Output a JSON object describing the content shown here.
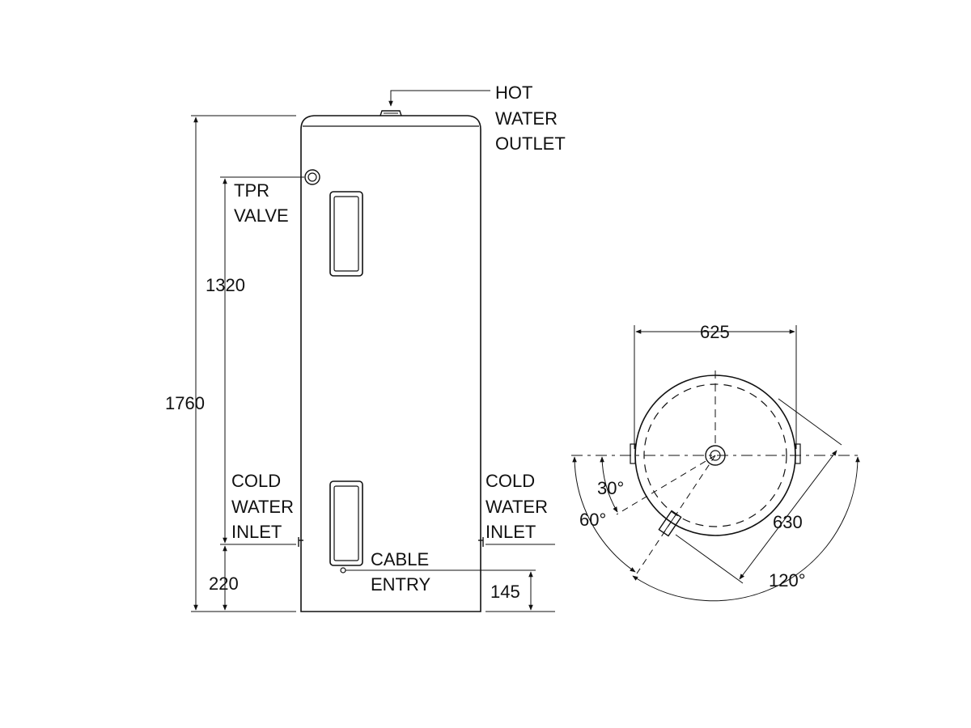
{
  "labels": {
    "hot_water_outlet": [
      "HOT",
      "WATER",
      "OUTLET"
    ],
    "tpr_valve": [
      "TPR",
      "VALVE"
    ],
    "cold_water_inlet_left": [
      "COLD",
      "WATER",
      "INLET"
    ],
    "cold_water_inlet_right": [
      "COLD",
      "WATER",
      "INLET"
    ],
    "cable_entry": [
      "CABLE",
      "ENTRY"
    ]
  },
  "dimensions": {
    "total_height": "1760",
    "tpr_to_inlet": "1320",
    "inlet_height": "220",
    "cable_entry_height": "145",
    "diameter_top": "625",
    "diameter_diag": "630",
    "angle_30": "30°",
    "angle_60": "60°",
    "angle_120": "120°"
  },
  "colors": {
    "line": "#111111",
    "background": "#ffffff"
  }
}
